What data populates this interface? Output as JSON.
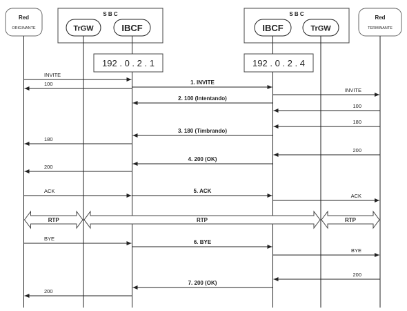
{
  "entities": {
    "red_originante": {
      "title": "Red",
      "subtitle": "ORIGINANTE"
    },
    "red_terminante": {
      "title": "Red",
      "subtitle": "TERMINANTE"
    },
    "sbc_left": {
      "title": "S B C",
      "trgw": "TrGW",
      "ibcf": "IBCF",
      "ip": "192 . 0 . 2 . 1"
    },
    "sbc_right": {
      "title": "S B C",
      "trgw": "TrGW",
      "ibcf": "IBCF",
      "ip": "192 . 0 . 2 . 4"
    }
  },
  "messages": [
    {
      "from": "orig",
      "to": "ibcf1",
      "label": "INVITE",
      "bold": false
    },
    {
      "from": "ibcf1",
      "to": "ibcf2",
      "label": "1. INVITE",
      "bold": true
    },
    {
      "from": "ibcf1",
      "to": "orig",
      "label": "100",
      "bold": false
    },
    {
      "from": "ibcf2",
      "to": "term",
      "label": "INVITE",
      "bold": false
    },
    {
      "from": "ibcf2",
      "to": "ibcf1",
      "label": "2. 100 (Intentando)",
      "bold": true
    },
    {
      "from": "term",
      "to": "ibcf2",
      "label": "100",
      "bold": false
    },
    {
      "from": "term",
      "to": "ibcf2",
      "label": "180",
      "bold": false
    },
    {
      "from": "ibcf2",
      "to": "ibcf1",
      "label": "3. 180 (Timbrando)",
      "bold": true
    },
    {
      "from": "ibcf1",
      "to": "orig",
      "label": "180",
      "bold": false
    },
    {
      "from": "term",
      "to": "ibcf2",
      "label": "200",
      "bold": false
    },
    {
      "from": "ibcf2",
      "to": "ibcf1",
      "label": "4. 200 (OK)",
      "bold": true
    },
    {
      "from": "ibcf1",
      "to": "orig",
      "label": "200",
      "bold": false
    },
    {
      "from": "orig",
      "to": "ibcf1",
      "label": "ACK",
      "bold": false
    },
    {
      "from": "ibcf1",
      "to": "ibcf2",
      "label": "5. ACK",
      "bold": true
    },
    {
      "from": "ibcf2",
      "to": "term",
      "label": "ACK",
      "bold": false
    },
    {
      "from": "orig",
      "to": "ibcf1",
      "label": "BYE",
      "bold": false
    },
    {
      "from": "ibcf1",
      "to": "ibcf2",
      "label": "6. BYE",
      "bold": true
    },
    {
      "from": "ibcf2",
      "to": "term",
      "label": "BYE",
      "bold": false
    },
    {
      "from": "term",
      "to": "ibcf2",
      "label": "200",
      "bold": false
    },
    {
      "from": "ibcf2",
      "to": "ibcf1",
      "label": "7. 200 (OK)",
      "bold": true
    },
    {
      "from": "ibcf1",
      "to": "orig",
      "label": "200",
      "bold": false
    }
  ],
  "rtp_segments": [
    {
      "from": "orig",
      "to": "trgw1",
      "label": "RTP"
    },
    {
      "from": "trgw1",
      "to": "trgw2",
      "label": "RTP"
    },
    {
      "from": "trgw2",
      "to": "term",
      "label": "RTP"
    }
  ]
}
